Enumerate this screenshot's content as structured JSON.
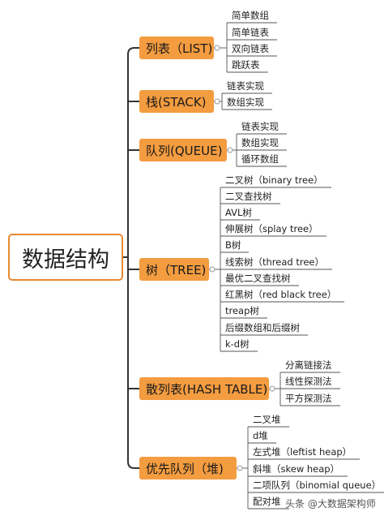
{
  "root": {
    "label": "数据结构"
  },
  "categories": [
    {
      "label": "列表（LIST)",
      "items": [
        "简单数组",
        "简单链表",
        "双向链表",
        "跳跃表"
      ]
    },
    {
      "label": "栈(STACK)",
      "items": [
        "链表实现",
        "数组实现"
      ]
    },
    {
      "label": "队列(QUEUE)",
      "items": [
        "链表实现",
        "数组实现",
        "循环数组"
      ]
    },
    {
      "label": "树（TREE)",
      "items": [
        "二叉树（binary tree）",
        "二叉查找树",
        "AVL树",
        "伸展树（splay tree）",
        "B树",
        "线索树（thread tree）",
        "最优二叉查找树",
        "红黑树（red black tree）",
        "treap树",
        "后缀数组和后缀树",
        "k-d树"
      ]
    },
    {
      "label": "散列表(HASH TABLE)",
      "items": [
        "分离链接法",
        "线性探测法",
        "平方探测法"
      ]
    },
    {
      "label": "优先队列（堆)",
      "items": [
        "二叉堆",
        "d堆",
        "左式堆（leftist heap）",
        "斜堆（skew heap）",
        "二项队列（binomial queue）",
        "配对堆"
      ]
    }
  ],
  "watermark": "头条 @大数据架构师",
  "colors": {
    "category_fill": "#f39c40",
    "root_border": "#e8892f",
    "line": "#333333",
    "leaf_underline": "#555555"
  }
}
